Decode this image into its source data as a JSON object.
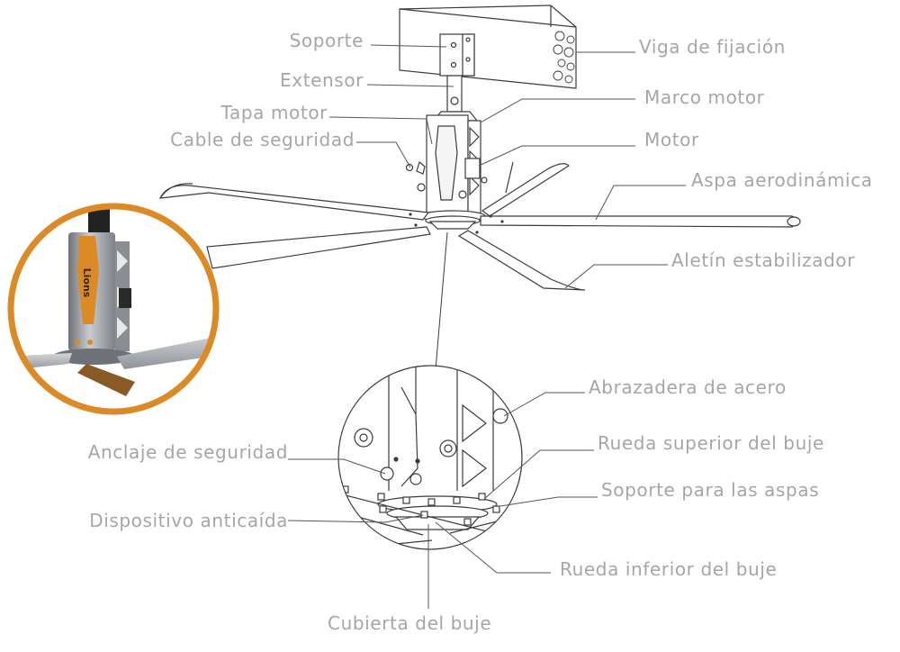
{
  "labels": {
    "soporte": "Soporte",
    "extensor": "Extensor",
    "tapa_motor": "Tapa motor",
    "cable_seguridad": "Cable de seguridad",
    "viga_fijacion": "Viga de fijación",
    "marco_motor": "Marco motor",
    "motor": "Motor",
    "aspa_aerodinamica": "Aspa aerodinámica",
    "aleton_estabilizador": "Aletín estabilizador",
    "abrazadera_acero": "Abrazadera de acero",
    "rueda_superior": "Rueda superior del buje",
    "soporte_aspas": "Soporte para las aspas",
    "rueda_inferior": "Rueda inferior del buje",
    "cubierta_buje": "Cubierta del buje",
    "anclaje_seguridad": "Anclaje de seguridad",
    "dispositivo_anticaida": "Dispositivo anticaída"
  },
  "brand_logo_text": "Lions",
  "colors": {
    "label": "#a6a6a6",
    "leader": "#555555",
    "outline": "#3c3c3c",
    "accent_orange": "#dc8a25",
    "metal": "#9a9ea3"
  }
}
